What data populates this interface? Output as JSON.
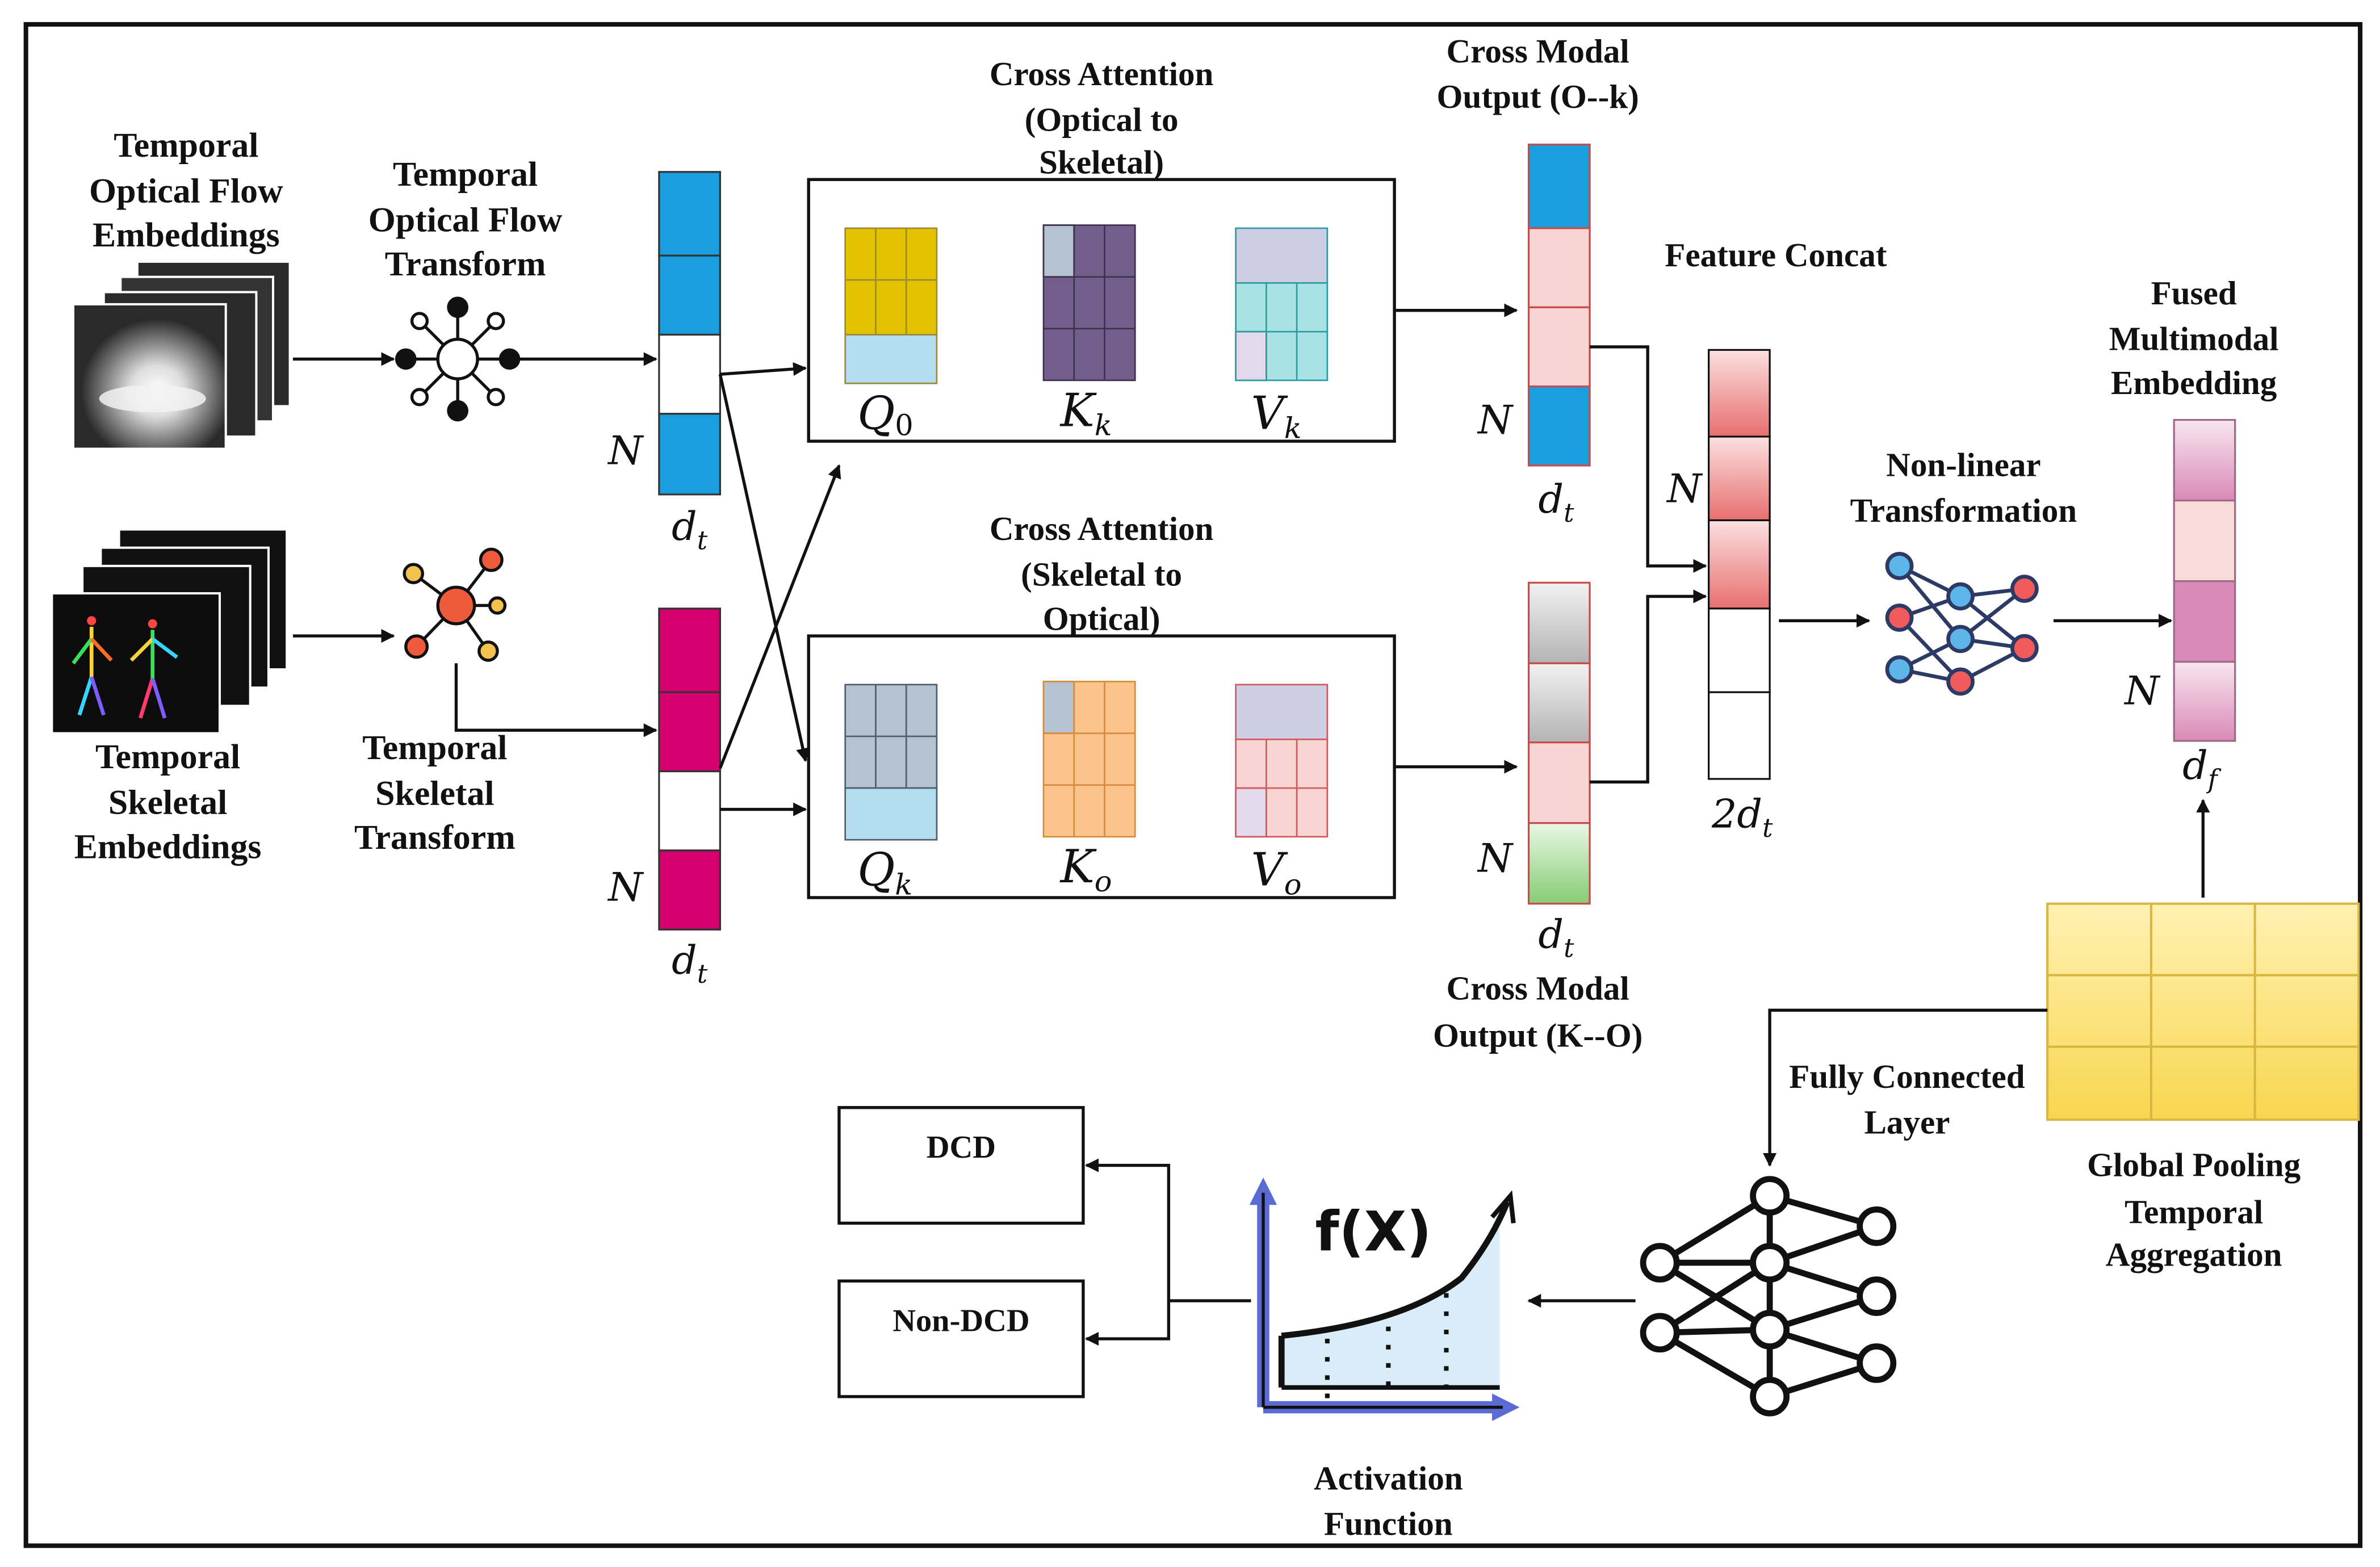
{
  "labels": {
    "optical_embeddings": [
      "Temporal",
      "Optical Flow",
      "Embeddings"
    ],
    "optical_transform": [
      "Temporal",
      "Optical Flow",
      "Transform"
    ],
    "skeletal_embeddings": [
      "Temporal",
      "Skeletal",
      "Embeddings"
    ],
    "skeletal_transform": [
      "Temporal",
      "Skeletal",
      "Transform"
    ],
    "cross_attention_1": [
      "Cross Attention",
      "(Optical to",
      "Skeletal)"
    ],
    "cross_attention_2": [
      "Cross Attention",
      "(Skeletal to",
      "Optical)"
    ],
    "cross_modal_out_1": [
      "Cross Modal",
      "Output (O--k)"
    ],
    "cross_modal_out_2": [
      "Cross Modal",
      "Output (K--O)"
    ],
    "feature_concat": "Feature Concat",
    "nonlinear": [
      "Non-linear",
      "Transformation"
    ],
    "fused": [
      "Fused",
      "Multimodal",
      "Embedding"
    ],
    "global_pooling": [
      "Global Pooling",
      "Temporal",
      "Aggregation"
    ],
    "fully_connected": [
      "Fully Connected",
      "Layer"
    ],
    "activation": [
      "Activation",
      "Function"
    ],
    "fx": "f(X)"
  },
  "math": {
    "N": "N",
    "d": "d",
    "t": "t",
    "f": "f",
    "two_d": "2d",
    "Q": "Q",
    "K": "K",
    "V": "V",
    "zero": "0",
    "k": "k",
    "o": "o"
  },
  "outputs": [
    "DCD",
    "Non-DCD"
  ],
  "colors": {
    "optical": "#1a9ee0",
    "skeletal": "#d6006f",
    "q_optical": "#e3c200",
    "k_skeletal": "#725e8a",
    "v_teal": "#a9e2e4",
    "q_skeletal": "#b4c2d1",
    "k_orange": "#fbc48c",
    "v_pink": "#f8d5d3",
    "concat_red": "#ee8282",
    "fused_pink": "#d98ab6",
    "pooling_yellow": "#fde47a",
    "activation_blue": "#5b6bd6"
  }
}
